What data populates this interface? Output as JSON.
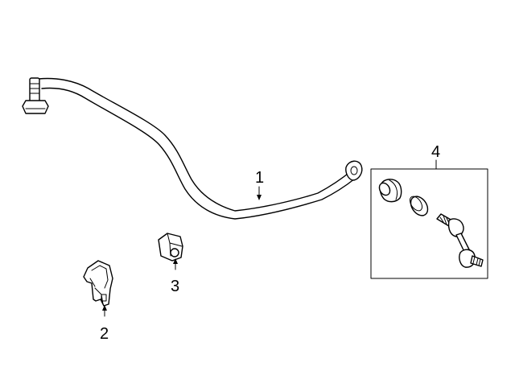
{
  "diagram": {
    "background": "#ffffff",
    "line_color": "#000000",
    "parts": [
      {
        "callout": "1",
        "icon": "stabilizer-bar-icon"
      },
      {
        "callout": "2",
        "icon": "bracket-icon"
      },
      {
        "callout": "3",
        "icon": "bushing-icon"
      },
      {
        "callout": "4",
        "icon": "link-kit-icon"
      }
    ]
  }
}
